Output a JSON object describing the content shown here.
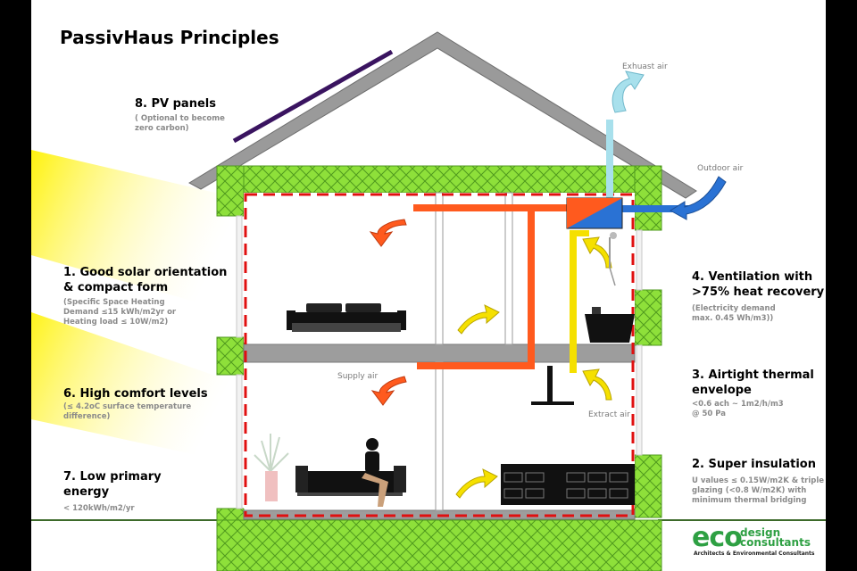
{
  "title": "PassivHaus Principles",
  "principles": [
    {
      "id": "pv",
      "label_lines": [
        "8. PV panels"
      ],
      "sub_lines": [
        "( Optional to become",
        "zero carbon)"
      ]
    },
    {
      "id": "solar",
      "label_lines": [
        "1. Good solar orientation",
        "& compact form"
      ],
      "sub_lines": [
        "(Specific Space Heating",
        "Demand ≤15 kWh/m2yr  or",
        "Heating load       ≤ 10W/m2)"
      ]
    },
    {
      "id": "comfort",
      "label_lines": [
        "6. High comfort levels"
      ],
      "sub_lines": [
        "(≤ 4.2oC surface temperature",
        "difference)"
      ]
    },
    {
      "id": "primary",
      "label_lines": [
        "7. Low primary",
        "energy"
      ],
      "sub_lines": [
        "< 120kWh/m2/yr"
      ]
    },
    {
      "id": "ventilation",
      "label_lines": [
        "4. Ventilation with",
        ">75%  heat recovery"
      ],
      "sub_lines": [
        "(Electricity demand",
        "max. 0.45 Wh/m3))"
      ]
    },
    {
      "id": "airtight",
      "label_lines": [
        "3. Airtight thermal",
        "envelope"
      ],
      "sub_lines": [
        "<0.6 ach ~ 1m2/h/m3",
        "@ 50 Pa"
      ]
    },
    {
      "id": "insulation",
      "label_lines": [
        "2. Super insulation"
      ],
      "sub_lines": [
        "U values ≤ 0.15W/m2K & triple",
        "glazing (<0.8 W/m2K) with",
        "minimum thermal bridging"
      ]
    }
  ],
  "annotations": {
    "exhaust_air": "Exhuast air",
    "outdoor_air": "Outdoor air",
    "supply_air": "Supply air",
    "extract_air": "Extract air"
  },
  "logo": {
    "eco": "eco",
    "design": "design",
    "consultants": "consultants",
    "tagline": "Architects & Environmental Consultants"
  },
  "colors": {
    "insulation": "#8ee03a",
    "supply_duct": "#ff5a1e",
    "extract_duct": "#f5e000",
    "exhaust_duct": "#a8e0ec",
    "outdoor_air_arrow": "#2a72d4",
    "hrv_unit_cold": "#2a72d4",
    "hrv_unit_warm": "#ff5a1e",
    "airtight_line": "#e01010",
    "sunlight": "#fff7a0",
    "pv_panel": "#3a1460",
    "logo_green": "#2ea043"
  }
}
